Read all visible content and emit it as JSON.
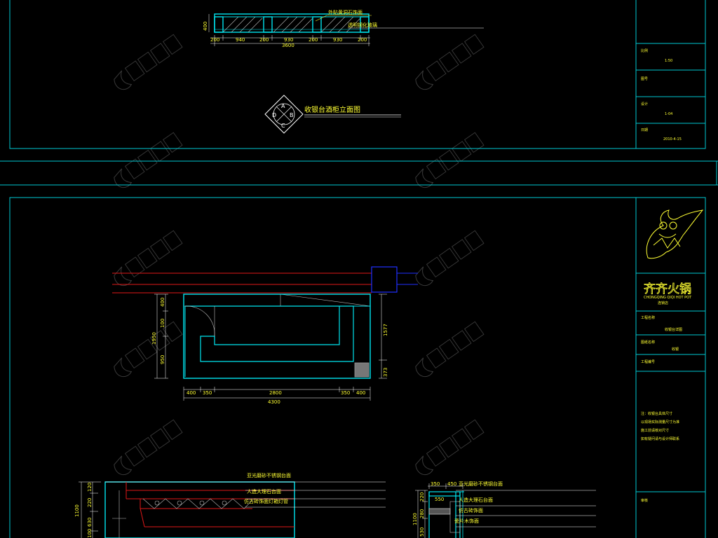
{
  "colors": {
    "frame": "#00c8d2",
    "outline": "#00e5f0",
    "text": "#ffff33",
    "red_line": "#e01818",
    "blue_box": "#2030ff",
    "watermark": "#3a3a3a"
  },
  "sheet_top": {
    "plan_labels": {
      "outer_finish": "外贴黄洞石饰面",
      "glass": "透明钢化玻璃"
    },
    "dims_bottom": [
      "200",
      "940",
      "200",
      "930",
      "200",
      "930",
      "200"
    ],
    "dim_total": "3600",
    "dim_left": "400",
    "elevation_title": "收银台酒柜立面图",
    "symbol_letters": [
      "A",
      "B",
      "C",
      "D"
    ],
    "title_block": {
      "rows": [
        {
          "label": "比例",
          "value": "1:50"
        },
        {
          "label": "图号",
          "value": ""
        },
        {
          "label": "设计",
          "value": "1-04"
        },
        {
          "label": "日期",
          "value": "2010-4-15"
        }
      ]
    }
  },
  "sheet_bottom": {
    "plan_dims_bottom": [
      "400",
      "350",
      "2800",
      "350",
      "400"
    ],
    "plan_dim_total": "4300",
    "plan_dims_left": [
      "400",
      "100",
      "950"
    ],
    "plan_dim_left_total": "1950",
    "plan_dims_right": [
      "1577",
      "373"
    ],
    "elevation_labels": [
      "亚光磨砂不锈钢台面",
      "人造大理石台面",
      "仿古砖饰面灯箱灯管"
    ],
    "elevation_dims_left": [
      "120",
      "220",
      "630",
      "100"
    ],
    "elevation_dim_total": "1100",
    "section_labels": [
      "亚光磨砂不锈钢台面",
      "人造大理石台面",
      "仿古砖饰面",
      "瓷片木饰面"
    ],
    "section_dims_top": [
      "350",
      "450"
    ],
    "section_dims_left": [
      "220",
      "280",
      "530"
    ],
    "section_dim_total": "1100",
    "section_dim_inner": "550",
    "title_block": {
      "brand": "齐齐火锅",
      "brand_sub": "CHONGQING QIQI HOT POT",
      "brand_tag": "连锁店",
      "rows": [
        {
          "label": "工程名称",
          "value": "收银台详图"
        },
        {
          "label": "图纸名称",
          "value": "收银"
        },
        {
          "label": "工程编号",
          "value": ""
        }
      ],
      "notes": [
        "注：收银台具体尺寸",
        "以现场实际测量尺寸为准",
        "施工前请核对尺寸",
        "如有疑问请与设计师联系"
      ],
      "footer_label": "审核"
    }
  }
}
